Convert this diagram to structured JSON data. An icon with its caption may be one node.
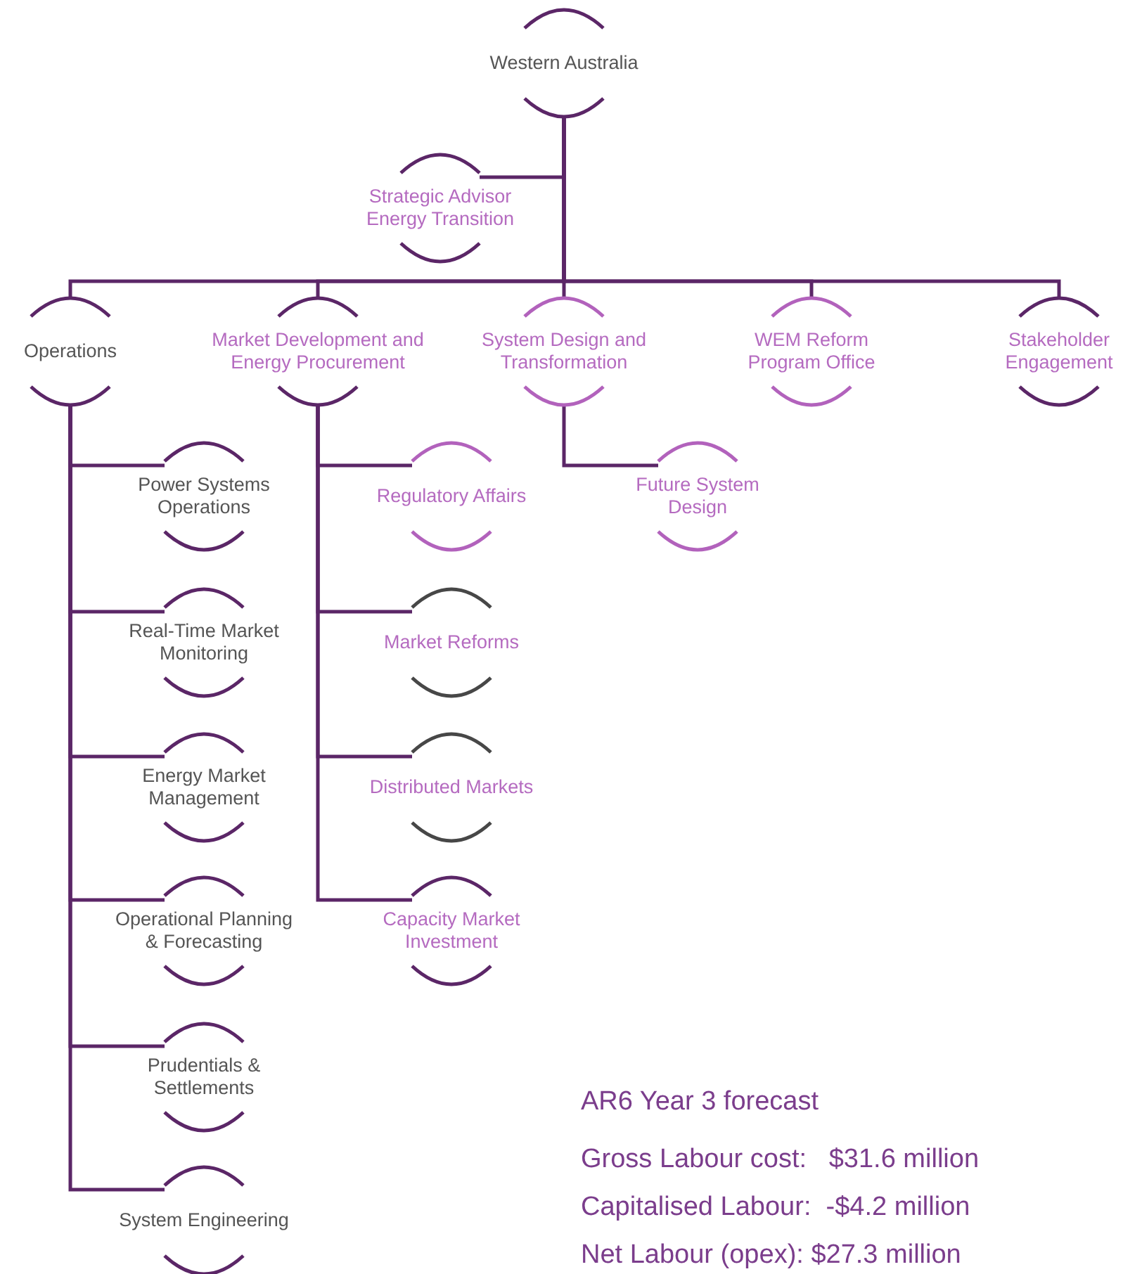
{
  "diagram": {
    "nodes": [
      {
        "text": [
          "Western Australia"
        ]
      },
      {
        "text": [
          "Strategic Advisor Energy Transition"
        ]
      },
      {
        "text": [
          "Operations"
        ]
      },
      {
        "text": [
          "Market Development and Energy Procurement"
        ]
      },
      {
        "text": [
          "System Design and Transformation"
        ]
      },
      {
        "text": [
          "WEM Reform Program Office"
        ]
      },
      {
        "text": [
          "Stakeholder Engagement"
        ]
      },
      {
        "text": [
          "Power Systems Operations"
        ]
      },
      {
        "text": [
          "Real-Time Market Monitoring"
        ]
      },
      {
        "text": [
          "Energy Market Management"
        ]
      },
      {
        "text": [
          "Operational Planning & Forecasting"
        ]
      },
      {
        "text": [
          "Prudentials & Settlements"
        ]
      },
      {
        "text": [
          "System Engineering"
        ]
      },
      {
        "text": [
          "Regulatory Affairs"
        ]
      },
      {
        "text": [
          "Market Reforms"
        ]
      },
      {
        "text": [
          "Distributed Markets"
        ]
      },
      {
        "text": [
          "Capacity Market Investment"
        ]
      },
      {
        "text": [
          "Future System Design"
        ]
      }
    ],
    "edges": [
      {
        "from": 0,
        "to": 1,
        "arrow": "none"
      },
      {
        "from": 0,
        "to": 2,
        "arrow": "none"
      },
      {
        "from": 0,
        "to": 3,
        "arrow": "none"
      },
      {
        "from": 0,
        "to": 4,
        "arrow": "none"
      },
      {
        "from": 0,
        "to": 5,
        "arrow": "none"
      },
      {
        "from": 0,
        "to": 6,
        "arrow": "none"
      },
      {
        "from": 2,
        "to": 7,
        "arrow": "none"
      },
      {
        "from": 2,
        "to": 8,
        "arrow": "none"
      },
      {
        "from": 2,
        "to": 9,
        "arrow": "none"
      },
      {
        "from": 2,
        "to": 10,
        "arrow": "none"
      },
      {
        "from": 2,
        "to": 11,
        "arrow": "none"
      },
      {
        "from": 2,
        "to": 12,
        "arrow": "none"
      },
      {
        "from": 3,
        "to": 13,
        "arrow": "none"
      },
      {
        "from": 3,
        "to": 14,
        "arrow": "none"
      },
      {
        "from": 3,
        "to": 15,
        "arrow": "none"
      },
      {
        "from": 3,
        "to": 16,
        "arrow": "none"
      },
      {
        "from": 4,
        "to": 17,
        "arrow": "none"
      }
    ],
    "labels": [
      "AR6 Year 3 forecast",
      "Gross Labour cost:   $31.6 million",
      "Capitalised Labour:  -$4.2 million",
      "Net Labour (opex): $27.3 million"
    ]
  }
}
